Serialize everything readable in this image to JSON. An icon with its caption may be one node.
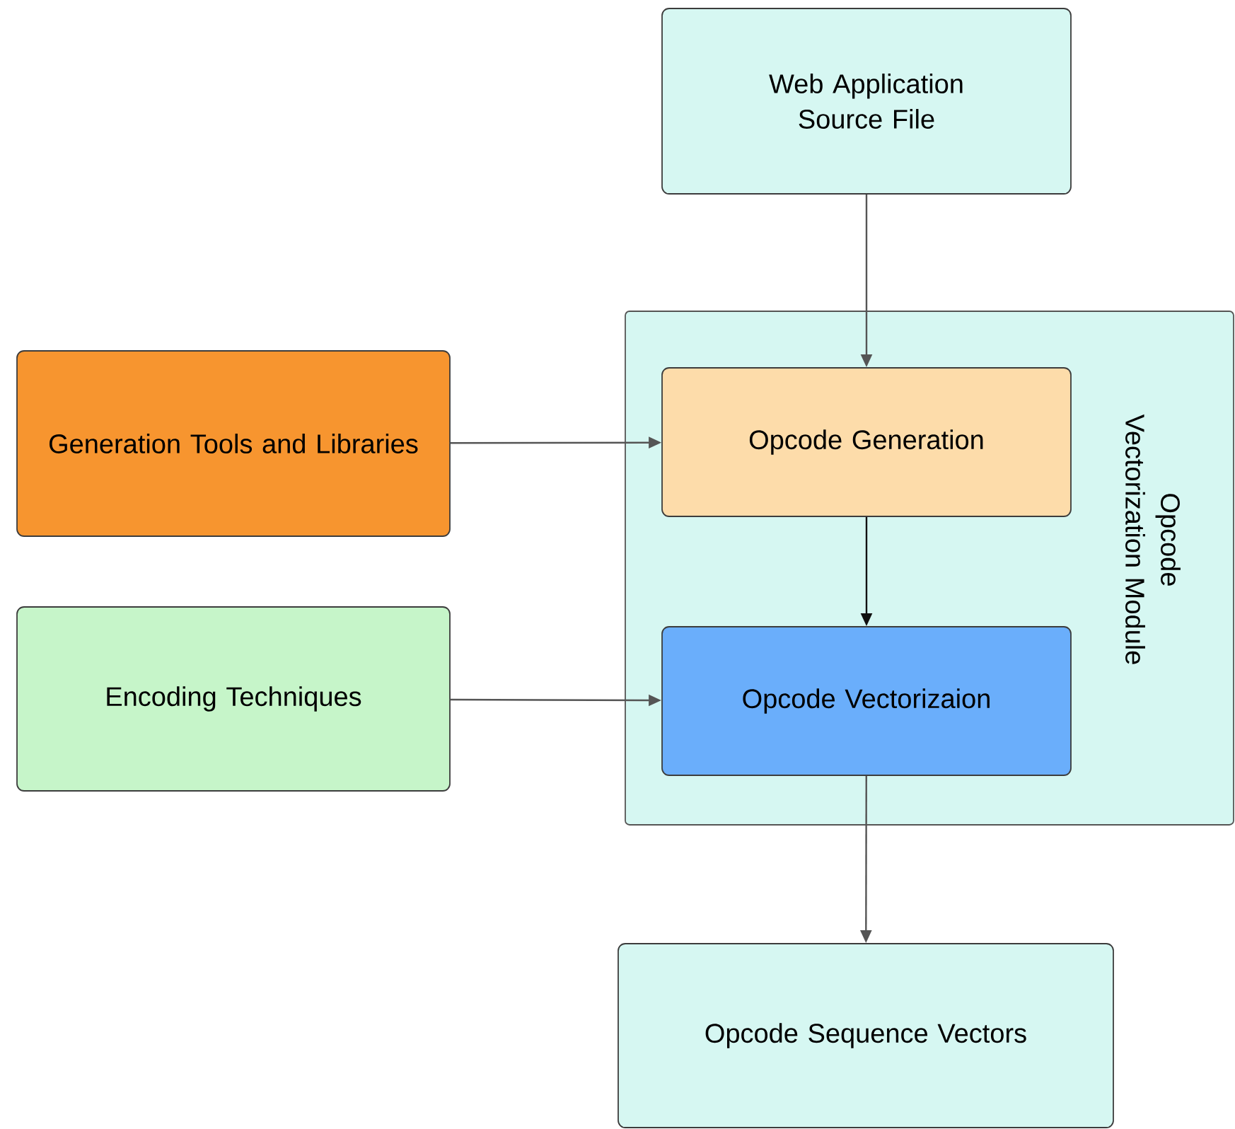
{
  "diagram": {
    "nodes": [
      {
        "text": [
          "Web Application Source File"
        ]
      },
      {
        "text": [
          "Opcode Vectorization Module"
        ]
      },
      {
        "text": [
          "Generation Tools and Libraries"
        ]
      },
      {
        "text": [
          "Opcode Generation"
        ],
        "in": 1
      },
      {
        "text": [
          "Encoding Techniques"
        ]
      },
      {
        "text": [
          "Opcode Vectorizaion"
        ],
        "in": 1
      },
      {
        "text": [
          "Opcode Sequence Vectors"
        ]
      }
    ],
    "edges": [
      {
        "from": 0,
        "to": 3,
        "arrow": "to"
      },
      {
        "from": 2,
        "to": 3,
        "arrow": "to"
      },
      {
        "from": 3,
        "to": 5,
        "arrow": "to",
        "color": "#111111"
      },
      {
        "from": 4,
        "to": 5,
        "arrow": "to"
      },
      {
        "from": 5,
        "to": 6,
        "arrow": "to"
      }
    ]
  }
}
